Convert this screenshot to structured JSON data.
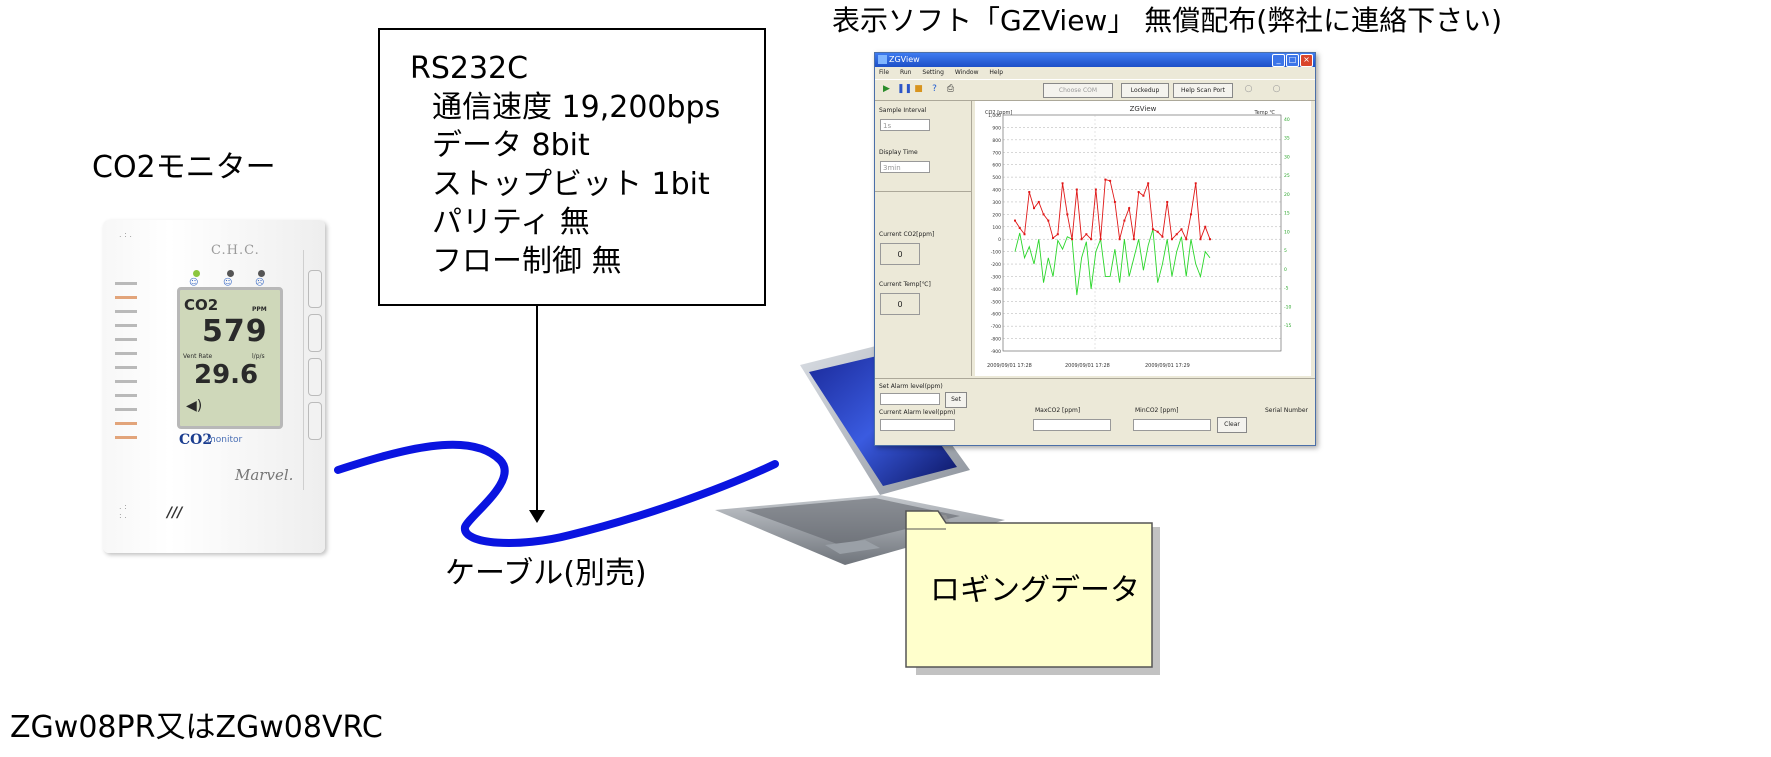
{
  "top_title": "表示ソフト「GZView」 無償配布(弊社に連絡下さい)",
  "monitor_label": "CO2モニター",
  "model_label": "ZGw08PR又はZGw08VRC",
  "cable_label": "ケーブル(別売)",
  "logging_label": "ロギングデータ",
  "spec": {
    "title": "RS232C",
    "items": [
      "通信速度  19,200bps",
      "データ  8bit",
      "ストップビット  1bit",
      "パリティ  無",
      "フロー制御  無"
    ]
  },
  "device": {
    "brand": "C.H.C.",
    "lcd_co2": "CO2",
    "lcd_ppm": "PPM",
    "lcd_value_co2": "579",
    "lcd_vent_label": "Vent Rate",
    "lcd_vent_unit": "l/p/s",
    "lcd_value_vent": "29.6",
    "label_co2": "CO2",
    "label_monitor": "monitor",
    "label_marvel": "Marvel.",
    "mark": "///"
  },
  "app": {
    "title": "ZGView",
    "menu": [
      "File",
      "Run",
      "Setting",
      "Window",
      "Help"
    ],
    "toolbar": {
      "choose_com": "Choose COM",
      "lockedup": "Lockedup",
      "help_scan_port": "Help Scan Port"
    },
    "left": {
      "sample_interval_label": "Sample Interval",
      "sample_interval_value": "1s",
      "display_time_label": "Display Time",
      "display_time_value": "3min",
      "current_co2_label": "Current CO2[ppm]",
      "current_co2_value": "0",
      "current_temp_label": "Current Temp[℃]",
      "current_temp_value": "0"
    },
    "bottom": {
      "set_alarm_label": "Set Alarm level(ppm)",
      "set_button": "Set",
      "current_alarm_label": "Current Alarm level(ppm)",
      "max_co2_label": "MaxCO2 [ppm]",
      "min_co2_label": "MinCO2 [ppm]",
      "serial_number_label": "Serial Number",
      "clear_button": "Clear"
    },
    "chart_title": "ZGView",
    "chart_ylabel_left": "CO2 [ppm]",
    "chart_ylabel_right": "Temp ℃",
    "chart_left_ticks": [
      "1,000",
      "900",
      "800",
      "700",
      "600",
      "500",
      "400",
      "300",
      "200",
      "100",
      "0",
      "-100",
      "-200",
      "-300",
      "-400",
      "-500",
      "-600",
      "-700",
      "-800",
      "-900"
    ],
    "chart_right_ticks": [
      "40",
      "35",
      "30",
      "25",
      "20",
      "15",
      "10",
      "5",
      "0",
      "-5",
      "-10",
      "-15"
    ],
    "chart_x_ticks": [
      "2009/09/01 17:28",
      "2009/09/01 17:28",
      "2009/09/01 17:29"
    ],
    "co2_series": [
      150,
      90,
      40,
      380,
      250,
      300,
      200,
      150,
      10,
      40,
      450,
      200,
      0,
      400,
      0,
      40,
      0,
      400,
      0,
      480,
      470,
      300,
      0,
      150,
      250,
      0,
      380,
      350,
      450,
      80,
      60,
      20,
      300,
      0,
      40,
      80,
      0,
      200,
      450,
      0,
      100,
      0
    ],
    "temp_series": [
      -100,
      50,
      -150,
      -60,
      -200,
      0,
      -350,
      -150,
      -300,
      -10,
      -80,
      20,
      0,
      -450,
      -150,
      -20,
      -400,
      -100,
      0,
      -300,
      -300,
      -80,
      -350,
      0,
      -300,
      -150,
      0,
      -250,
      -50,
      80,
      -350,
      -200,
      0,
      -300,
      -100,
      20,
      -300,
      0,
      -200,
      -300,
      -100,
      -150
    ]
  }
}
